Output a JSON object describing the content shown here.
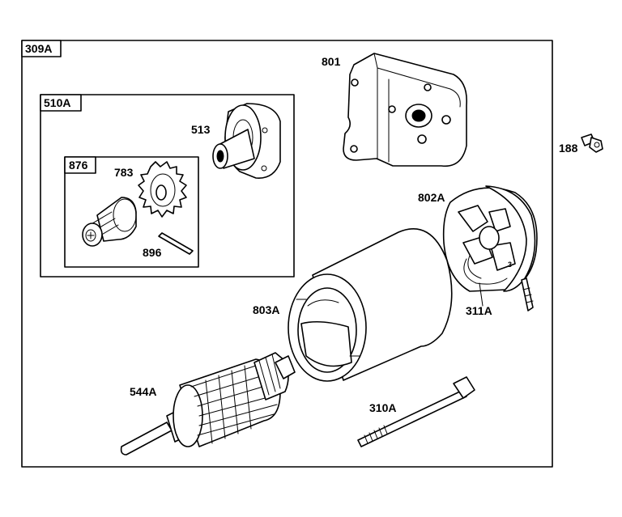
{
  "groups": {
    "outer": "309A",
    "sub": "510A",
    "inner": "876"
  },
  "parts": {
    "p801": "801",
    "p188": "188",
    "p513": "513",
    "p783": "783",
    "p896": "896",
    "p802A": "802A",
    "p311A": "311A",
    "p803A": "803A",
    "p544A": "544A",
    "p310A": "310A"
  }
}
